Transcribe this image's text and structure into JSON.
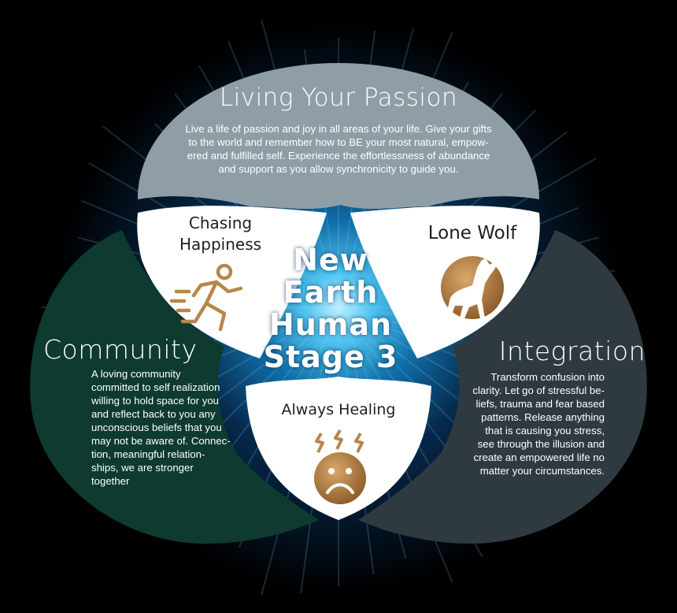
{
  "center": {
    "lines": [
      "New",
      "Earth",
      "Human",
      "Stage 3"
    ]
  },
  "sections": {
    "passion": {
      "title": "Living Your Passion",
      "body_lines": [
        "Live a life of passion and joy in all areas of your life. Give your gifts",
        "to the world and remember how to BE your most natural, empow-",
        "ered and fulfilled self. Experience the effortlessness of abundance",
        "and support as you allow synchronicity to guide you."
      ],
      "color": "#8f9ea6"
    },
    "community": {
      "title": "Community",
      "body_lines": [
        "A loving community",
        "committed to self realization",
        "willing to hold space for you",
        "and reflect back to you any",
        "unconscious beliefs that you",
        "may not be aware of. Connec-",
        "tion, meaningful relation-",
        "ships, we are stronger",
        "together"
      ],
      "color": "#0f3a30"
    },
    "integration": {
      "title": "Integration",
      "body_lines": [
        "Transform confusion into",
        "clarity.  Let go of stressful be-",
        "liefs, trauma and fear based",
        "patterns. Release anything",
        "that is causing you stress,",
        "see through the illusion and",
        "create an empowered life no",
        "matter your circumstances."
      ],
      "color": "#2e3a40"
    }
  },
  "petals": {
    "chasing": {
      "lines": [
        "Chasing",
        "Happiness"
      ],
      "icon": "running-person-icon"
    },
    "lone_wolf": {
      "lines": [
        "Lone Wolf"
      ],
      "icon": "howling-wolf-icon"
    },
    "healing": {
      "lines": [
        "Always Healing"
      ],
      "icon": "stressed-face-icon"
    }
  },
  "colors": {
    "petal": "#ffffff",
    "gold": "#b8864a",
    "center_glow": "#39a9dd"
  }
}
